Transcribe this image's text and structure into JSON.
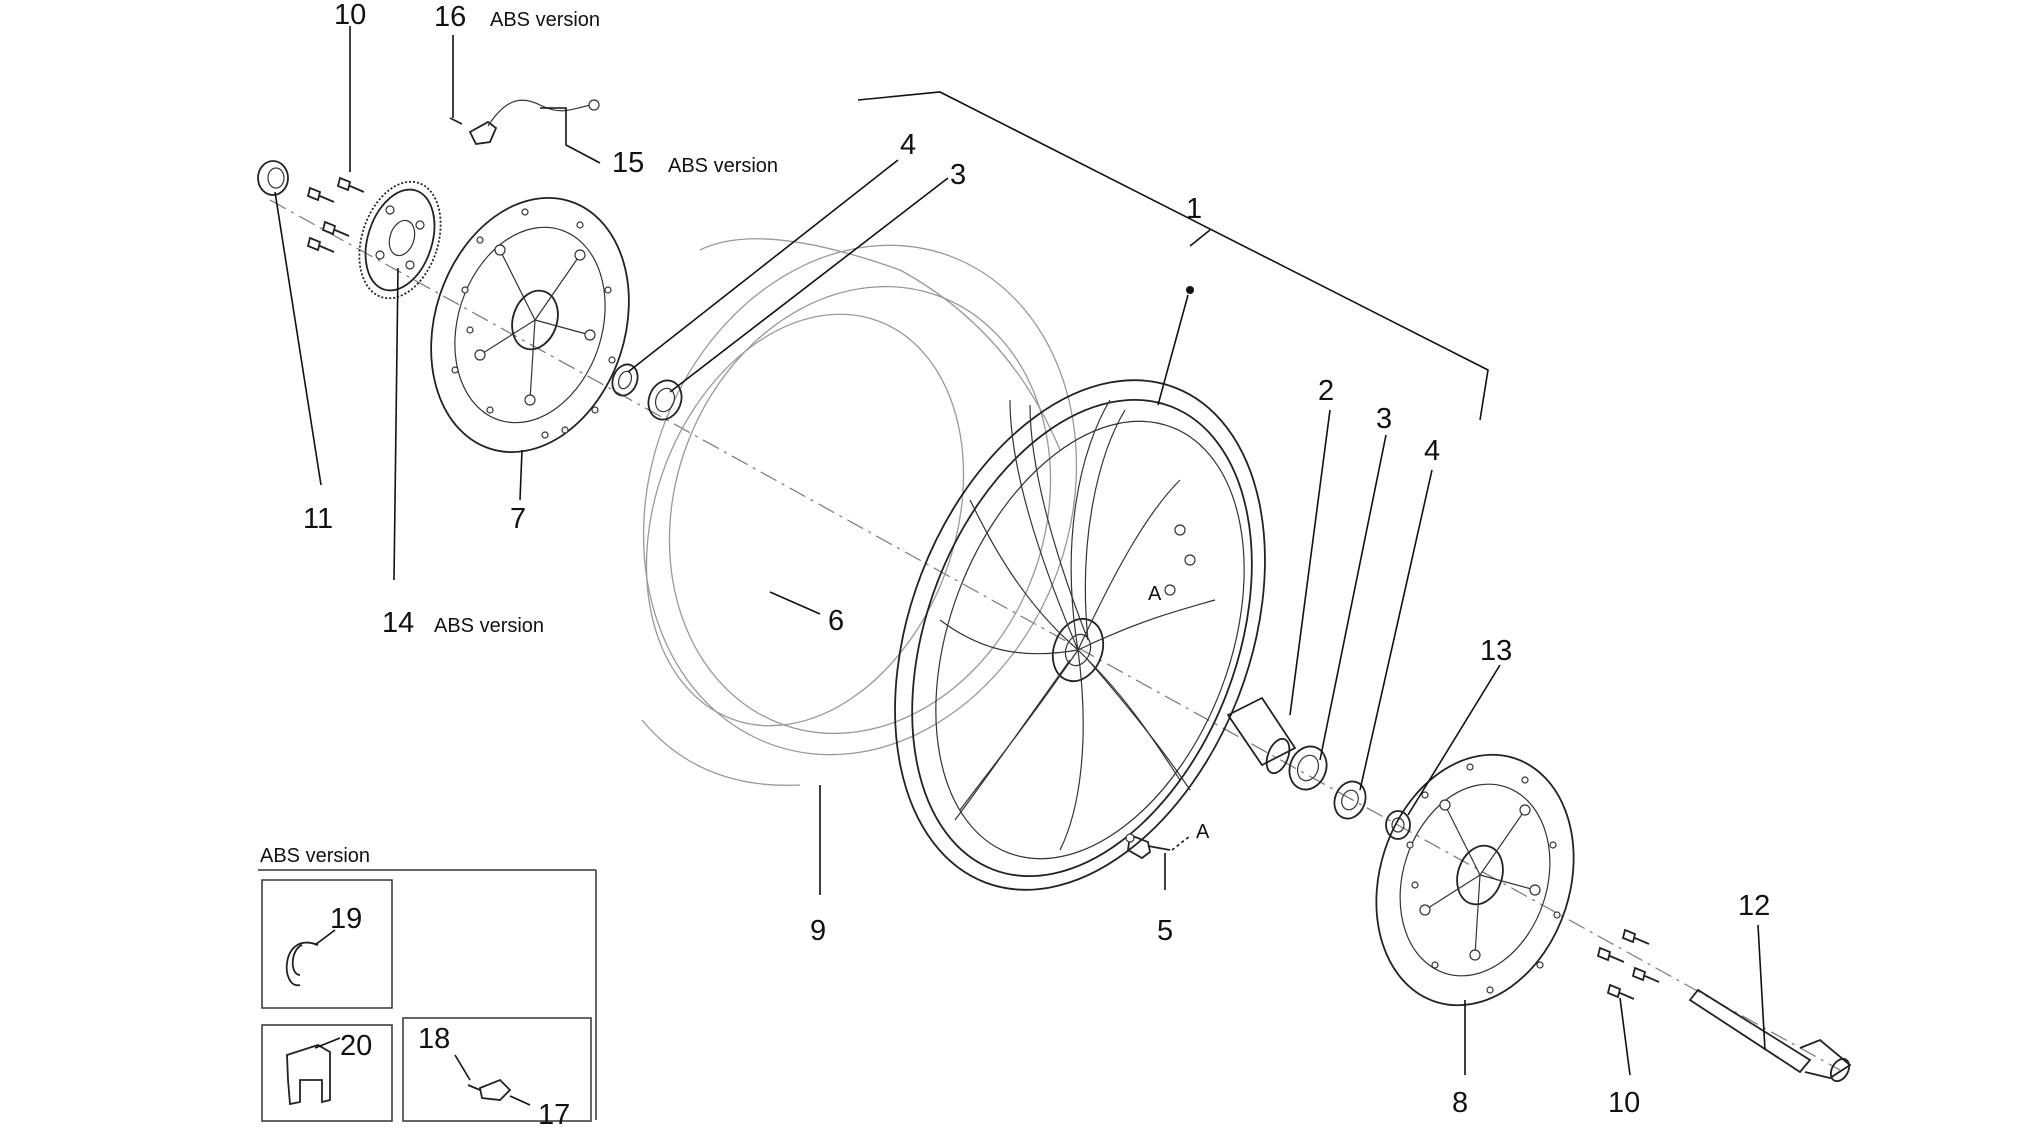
{
  "parts": [
    {
      "ref": "1",
      "note": ""
    },
    {
      "ref": "2",
      "note": ""
    },
    {
      "ref": "3",
      "note": ""
    },
    {
      "ref": "3",
      "note": ""
    },
    {
      "ref": "4",
      "note": ""
    },
    {
      "ref": "4",
      "note": ""
    },
    {
      "ref": "5",
      "note": ""
    },
    {
      "ref": "6",
      "note": ""
    },
    {
      "ref": "7",
      "note": ""
    },
    {
      "ref": "8",
      "note": ""
    },
    {
      "ref": "9",
      "note": ""
    },
    {
      "ref": "10",
      "note": ""
    },
    {
      "ref": "10",
      "note": ""
    },
    {
      "ref": "11",
      "note": ""
    },
    {
      "ref": "12",
      "note": ""
    },
    {
      "ref": "13",
      "note": ""
    },
    {
      "ref": "14",
      "note": "ABS version"
    },
    {
      "ref": "15",
      "note": "ABS version"
    },
    {
      "ref": "16",
      "note": "ABS version"
    },
    {
      "ref": "17",
      "note": ""
    },
    {
      "ref": "18",
      "note": ""
    },
    {
      "ref": "19",
      "note": ""
    },
    {
      "ref": "20",
      "note": ""
    }
  ],
  "inset": {
    "title": "ABS version"
  },
  "ref_marks": {
    "hub": "A",
    "valve": "A"
  }
}
